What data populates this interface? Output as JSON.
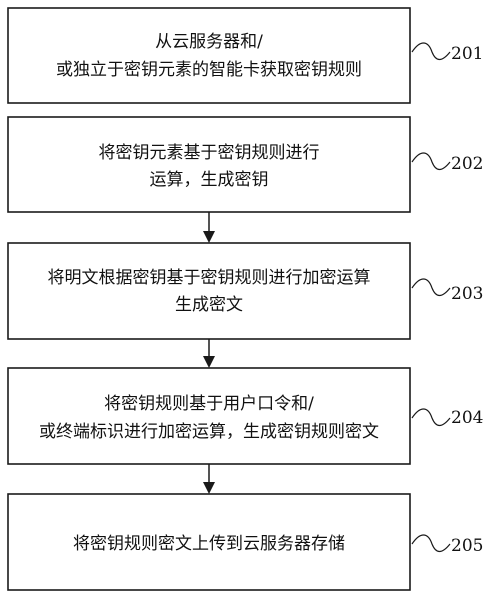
{
  "steps": [
    {
      "ref": "201",
      "lines": [
        "从云服务器和/",
        "或独立于密钥元素的智能卡获取密钥规则"
      ]
    },
    {
      "ref": "202",
      "lines": [
        "将密钥元素基于密钥规则进行",
        "运算，生成密钥"
      ]
    },
    {
      "ref": "203",
      "lines": [
        "将明文根据密钥基于密钥规则进行加密运算",
        "生成密文"
      ]
    },
    {
      "ref": "204",
      "lines": [
        "将密钥规则基于用户口令和/",
        "或终端标识进行加密运算，生成密钥规则密文"
      ]
    },
    {
      "ref": "205",
      "lines": [
        "将密钥规则密文上传到云服务器存储"
      ]
    }
  ]
}
